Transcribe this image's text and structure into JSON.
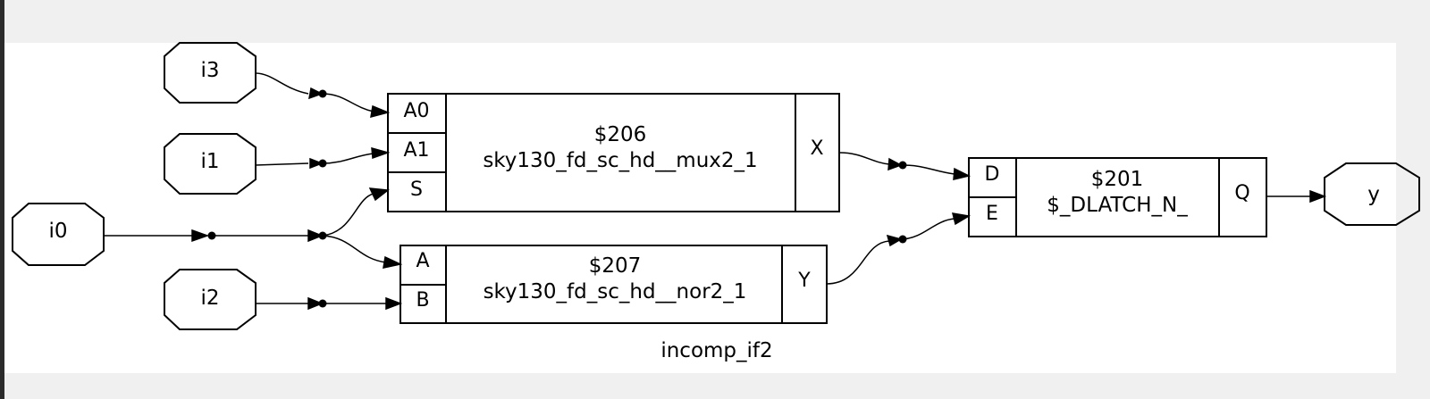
{
  "module_name": "incomp_if2",
  "inputs": {
    "i3": "i3",
    "i1": "i1",
    "i0": "i0",
    "i2": "i2"
  },
  "outputs": {
    "y": "y"
  },
  "cells": {
    "mux": {
      "id": "$206",
      "type": "sky130_fd_sc_hd__mux2_1",
      "ports_in": [
        "A0",
        "A1",
        "S"
      ],
      "port_out": "X"
    },
    "nor": {
      "id": "$207",
      "type": "sky130_fd_sc_hd__nor2_1",
      "ports_in": [
        "A",
        "B"
      ],
      "port_out": "Y"
    },
    "latch": {
      "id": "$201",
      "type": "$_DLATCH_N_",
      "ports_in": [
        "D",
        "E"
      ],
      "port_out": "Q"
    }
  }
}
